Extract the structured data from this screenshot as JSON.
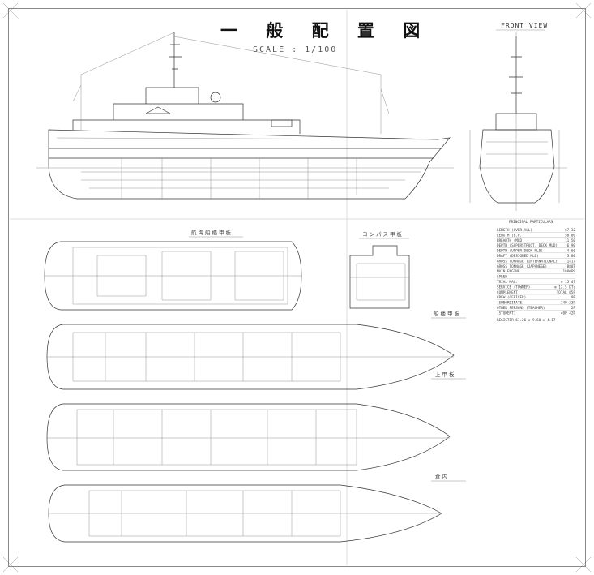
{
  "drawing": {
    "title": "一 般 配 置 図",
    "scale": "SCALE : 1/100",
    "front_view_label": "FRONT VIEW"
  },
  "deck_labels": {
    "navigation_bridge_deck": "航海船橋甲板",
    "compass_deck": "コンパス甲板",
    "forecastle_deck": "船楼甲板",
    "upper_deck": "上甲板",
    "hold": "倉内"
  },
  "particulars": {
    "heading": "PRINCIPAL PARTICULARS",
    "rows": [
      {
        "label": "LENGTH   (OVER ALL)",
        "value": "67.32"
      },
      {
        "label": "LENGTH   (B.P.)",
        "value": "58.00"
      },
      {
        "label": "BREADTH  (MLD)",
        "value": "11.50"
      },
      {
        "label": "DEPTH    (SUPERSTRUCT. DECK MLD)",
        "value": "6.90"
      },
      {
        "label": "DEPTH    (UPPER DECK  MLD)",
        "value": "4.60"
      },
      {
        "label": "DRAFT    (DESIGNED MLD)",
        "value": "3.80"
      },
      {
        "label": "GROSS TONNAGE (INTERNATIONAL)",
        "value": "1417"
      },
      {
        "label": "GROSS TONNAGE (JAPANESE)",
        "value": "888T"
      },
      {
        "label": "MAIN ENGINE",
        "value": "1800PS"
      },
      {
        "label": "SPEED",
        "value": ""
      },
      {
        "label": "  TRIAL MAX.",
        "value": "⊕ 15.47"
      },
      {
        "label": "  SERVICE (TOWMER)",
        "value": "⊕ 12.5 KTs"
      },
      {
        "label": "COMPLEMENT",
        "value": "TOTAL  85P"
      },
      {
        "label": "  CREW (OFFICER)",
        "value": "9P"
      },
      {
        "label": "       (SUBORDINATE)",
        "value": "14P  23P"
      },
      {
        "label": "  OTHER PERSONS (TEACHER)",
        "value": "2P"
      },
      {
        "label": "               (STUDENT)",
        "value": "40P  42P"
      }
    ],
    "register": "REGISTER  61.26 x 9.60 x 4.17"
  }
}
